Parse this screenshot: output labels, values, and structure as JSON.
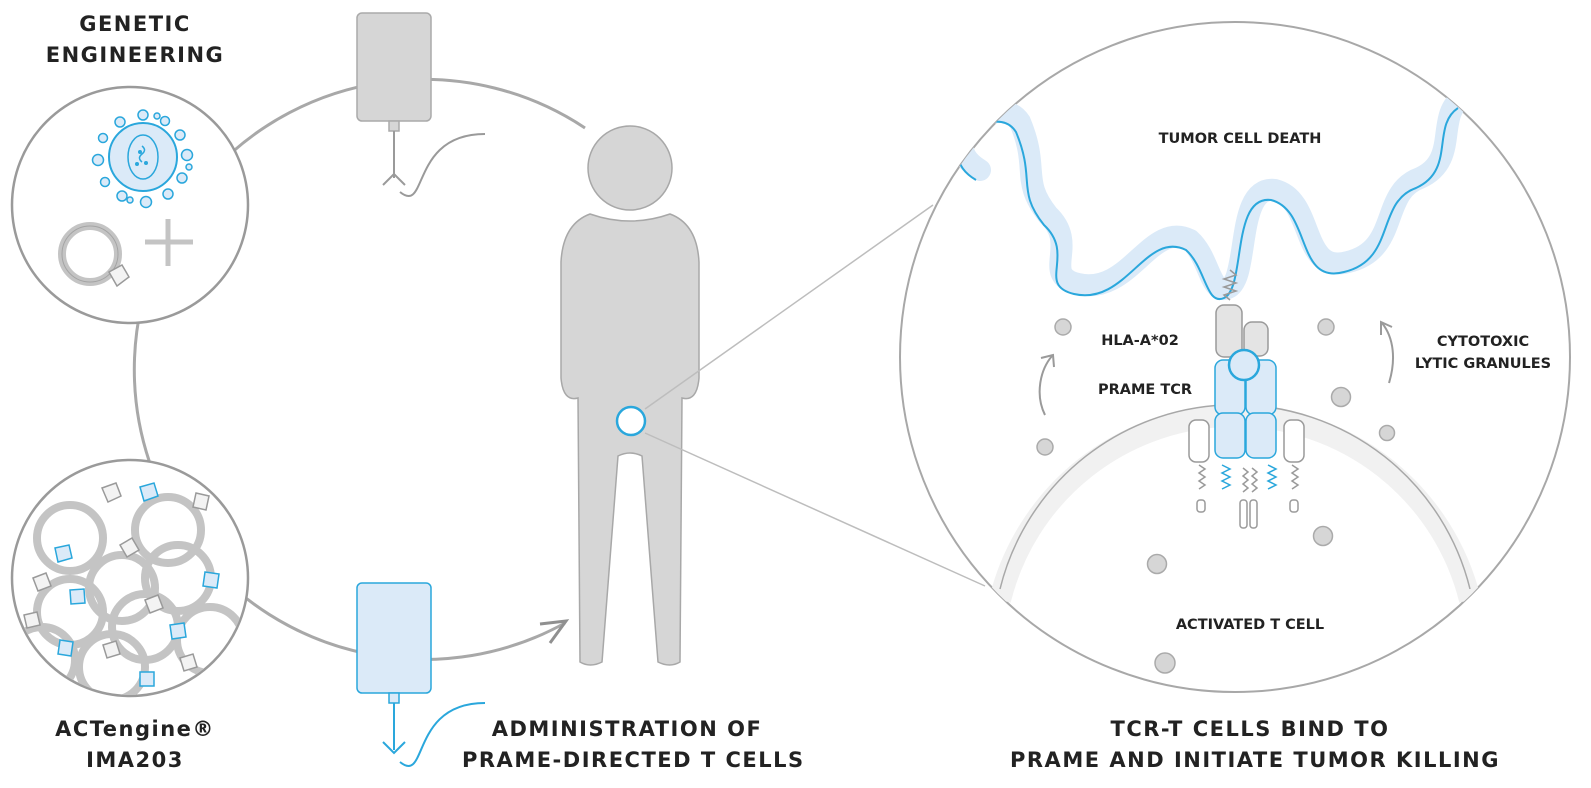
{
  "labels": {
    "genetic_engineering": [
      "GENETIC",
      "ENGINEERING"
    ],
    "product": [
      "ACTengine®",
      "IMA203"
    ],
    "administration": [
      "ADMINISTRATION OF",
      "PRAME-DIRECTED T CELLS"
    ],
    "bind": [
      "TCR-T CELLS BIND TO",
      "PRAME AND INITIATE TUMOR KILLING"
    ],
    "tumor_cell_death": "TUMOR CELL DEATH",
    "hla": "HLA-A*02",
    "prame_tcr": "PRAME TCR",
    "cytotoxic": [
      "CYTOTOXIC",
      "LYTIC GRANULES"
    ],
    "activated_t_cell": "ACTIVATED T CELL"
  },
  "colors": {
    "gray_line": "#8f8f8f",
    "gray_fill": "#d6d6d6",
    "blue_line": "#2aa7dc",
    "blue_fill": "#dbeaf8",
    "text": "#222222"
  }
}
